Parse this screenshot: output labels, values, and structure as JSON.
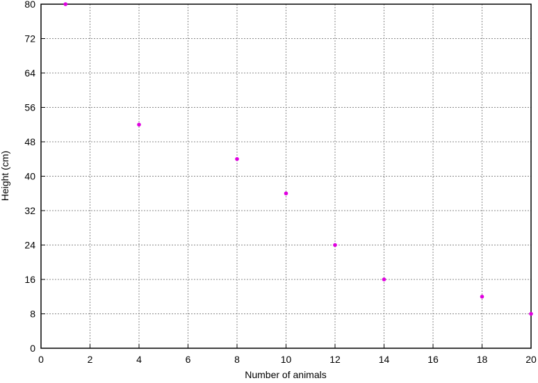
{
  "chart_data": {
    "type": "scatter",
    "title": "",
    "xlabel": "Number of animals",
    "ylabel": "Height (cm)",
    "xlim": [
      0,
      20
    ],
    "ylim": [
      0,
      80
    ],
    "xticks": [
      0,
      2,
      4,
      6,
      8,
      10,
      12,
      14,
      16,
      18,
      20
    ],
    "yticks": [
      0,
      8,
      16,
      24,
      32,
      40,
      48,
      56,
      64,
      72,
      80
    ],
    "grid": true,
    "point_color": "#e000e0",
    "x": [
      1,
      4,
      8,
      10,
      12,
      14,
      18,
      20
    ],
    "y": [
      80,
      52,
      44,
      36,
      24,
      16,
      12,
      8
    ]
  }
}
